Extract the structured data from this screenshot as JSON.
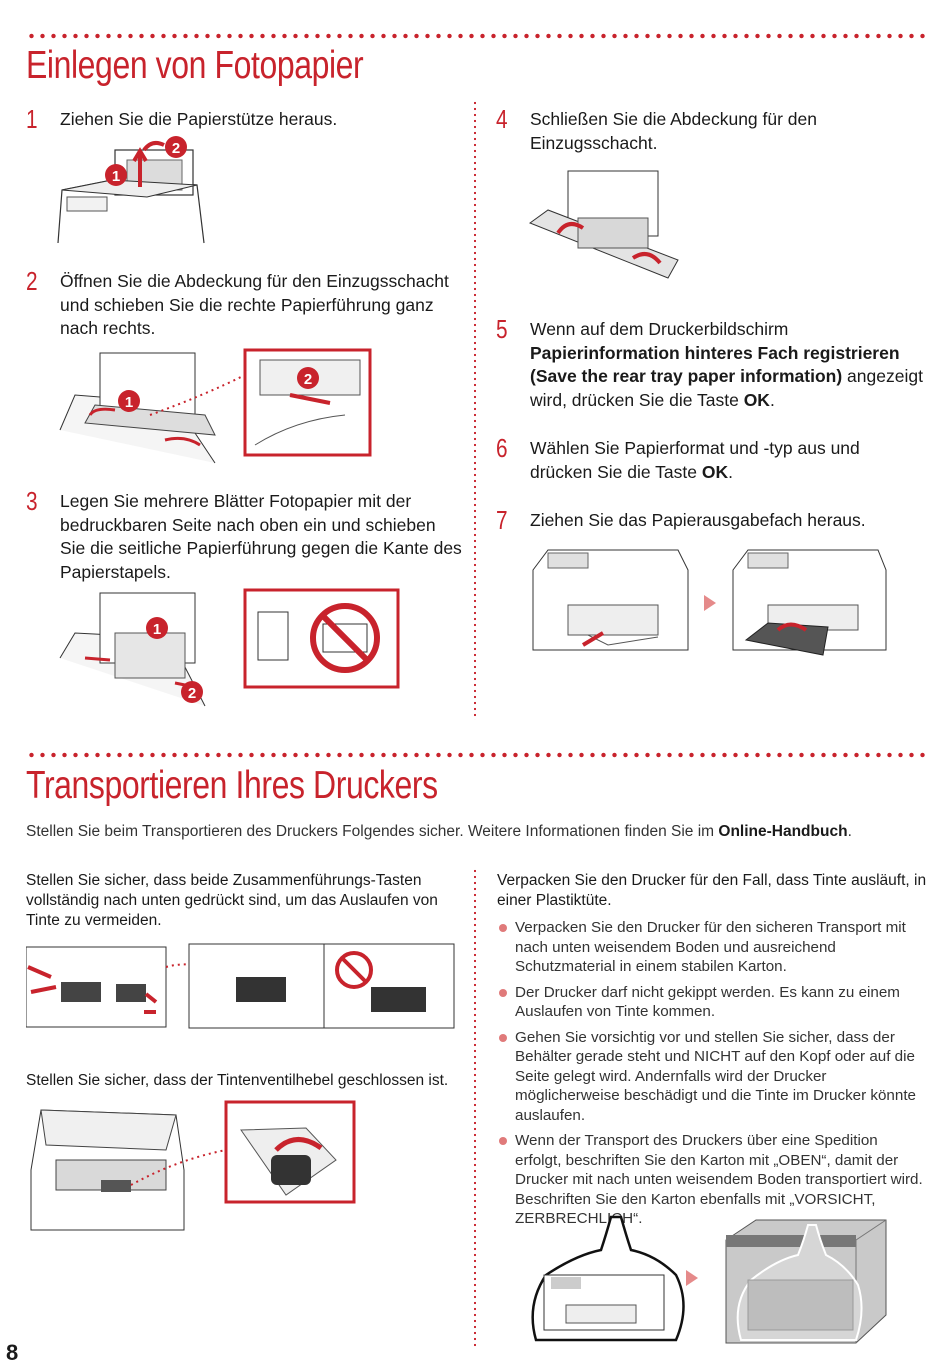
{
  "section1": {
    "title": "Einlegen von Fotopapier",
    "steps": [
      {
        "num": "1",
        "html": "Ziehen Sie die Papierstütze heraus."
      },
      {
        "num": "2",
        "html": "Öffnen Sie die Abdeckung für den Einzugsschacht und schieben Sie die rechte Papierführung ganz nach rechts."
      },
      {
        "num": "3",
        "html": "Legen Sie mehrere Blätter Fotopapier mit der bedruckbaren Seite nach oben ein und schieben Sie die seitliche Papierführung gegen die Kante des Papierstapels."
      },
      {
        "num": "4",
        "html": "Schließen Sie die Abdeckung für den Einzugsschacht."
      },
      {
        "num": "5",
        "pre": "Wenn auf dem Druckerbildschirm ",
        "bold": "Papierinformation hinteres Fach registrieren (Save the rear tray paper information)",
        "post": " angezeigt wird, drücken Sie die Taste ",
        "ok": "OK",
        "end": "."
      },
      {
        "num": "6",
        "pre": "Wählen Sie Papierformat und -typ aus und drücken Sie die Taste ",
        "ok": "OK",
        "end": "."
      },
      {
        "num": "7",
        "html": "Ziehen Sie das Papierausgabefach heraus."
      }
    ]
  },
  "section2": {
    "title": "Transportieren Ihres Druckers",
    "intro_pre": "Stellen Sie beim Transportieren des Druckers Folgendes sicher. Weitere Informationen finden Sie im ",
    "intro_bold": "Online-Handbuch",
    "intro_post": ".",
    "left_heading": "Stellen Sie sicher, dass beide Zusammenführungs-Tasten vollständig nach unten gedrückt sind, um das Auslaufen von Tinte zu vermeiden.",
    "left_heading2": "Stellen Sie sicher, dass der Tintenventilhebel geschlossen ist.",
    "right_heading": "Verpacken Sie den Drucker für den Fall, dass Tinte ausläuft, in einer Plastiktüte.",
    "bullets": [
      "Verpacken Sie den Drucker für den sicheren Transport mit nach unten weisendem Boden und ausreichend Schutzmaterial in einem stabilen Karton.",
      "Der Drucker darf nicht gekippt werden. Es kann zu einem Auslaufen von Tinte kommen.",
      "Gehen Sie vorsichtig vor und stellen Sie sicher, dass der Behälter gerade steht und NICHT auf den Kopf oder auf die Seite gelegt wird. Andernfalls wird der Drucker möglicherweise beschädigt und die Tinte im Drucker könnte auslaufen.",
      "Wenn der Transport des Druckers über eine Spedition erfolgt, beschriften Sie den Karton mit „OBEN“, damit der Drucker mit nach unten weisendem Boden transportiert wird. Beschriften Sie den Karton ebenfalls mit „VORSICHT, ZERBRECHLICH“."
    ]
  },
  "figure_markers": {
    "one": "1",
    "two": "2"
  },
  "page_number": "8",
  "colors": {
    "accent": "#c8232c",
    "text": "#1a1a1a"
  }
}
